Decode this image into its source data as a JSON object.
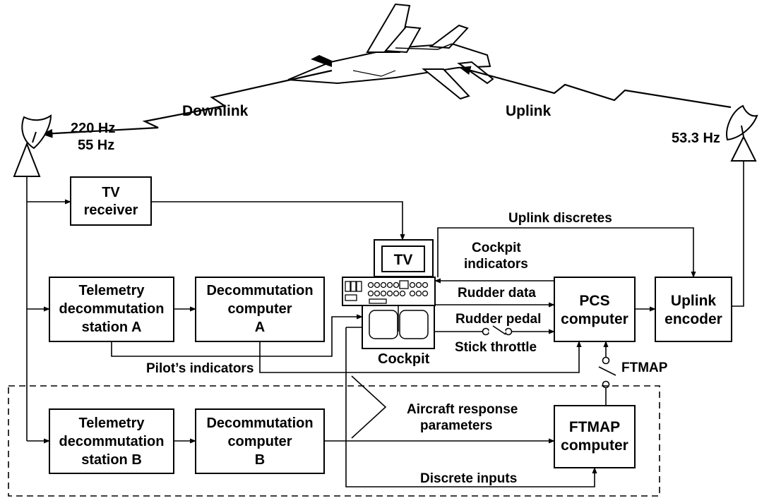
{
  "links": {
    "downlink": "Downlink",
    "uplink": "Uplink",
    "downlink_freq_1": "220 Hz",
    "downlink_freq_2": "55 Hz",
    "uplink_freq": "53.3 Hz"
  },
  "boxes": {
    "tv_receiver": [
      "TV",
      "receiver"
    ],
    "tds_a": [
      "Telemetry",
      "decommutation",
      "station A"
    ],
    "decom_a": [
      "Decommutation",
      "computer",
      "A"
    ],
    "tds_b": [
      "Telemetry",
      "decommutation",
      "station B"
    ],
    "decom_b": [
      "Decommutation",
      "computer",
      "B"
    ],
    "pcs": [
      "PCS",
      "computer"
    ],
    "uplink_encoder": [
      "Uplink",
      "encoder"
    ],
    "ftmap_computer": [
      "FTMAP",
      "computer"
    ]
  },
  "cockpit": {
    "tv": "TV",
    "label": "Cockpit"
  },
  "signals": {
    "uplink_discretes": "Uplink discretes",
    "cockpit_indicators": [
      "Cockpit",
      "indicators"
    ],
    "rudder_data": "Rudder data",
    "rudder_pedal": "Rudder pedal",
    "stick_throttle": "Stick throttle",
    "pilots_indicators": "Pilot’s indicators",
    "ftmap_switch": "FTMAP",
    "aircraft_response": [
      "Aircraft response",
      "parameters"
    ],
    "discrete_inputs": "Discrete inputs"
  }
}
